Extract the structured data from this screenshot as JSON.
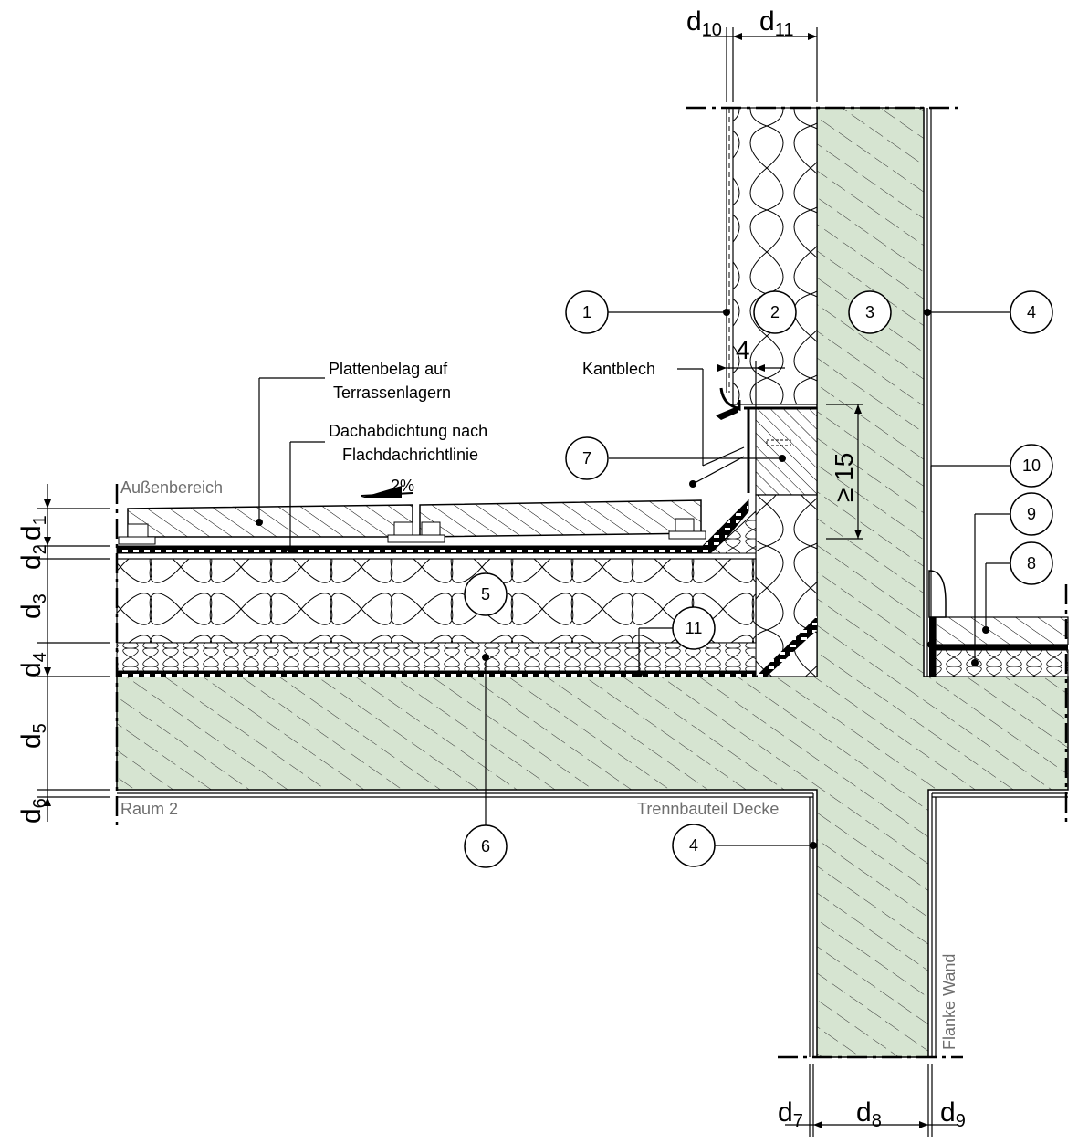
{
  "labels": {
    "outside": "Außenbereich",
    "room": "Raum 2",
    "separating": "Trennbauteil Decke",
    "flank": "Flanke Wand",
    "tiles_l1": "Plattenbelag auf",
    "tiles_l2": "Terrassenlagern",
    "seal_l1": "Dachabdichtung nach",
    "seal_l2": "Flachdachrichtlinie",
    "kantblech": "Kantblech",
    "slope": "2%",
    "gap": "4",
    "height": "≥ 15"
  },
  "dims": {
    "d1": {
      "b": "d",
      "s": "1"
    },
    "d2": {
      "b": "d",
      "s": "2"
    },
    "d3": {
      "b": "d",
      "s": "3"
    },
    "d4": {
      "b": "d",
      "s": "4"
    },
    "d5": {
      "b": "d",
      "s": "5"
    },
    "d6": {
      "b": "d",
      "s": "6"
    },
    "d7": {
      "b": "d",
      "s": "7"
    },
    "d8": {
      "b": "d",
      "s": "8"
    },
    "d9": {
      "b": "d",
      "s": "9"
    },
    "d10": {
      "b": "d",
      "s": "10"
    },
    "d11": {
      "b": "d",
      "s": "11"
    }
  },
  "bubbles": {
    "b1": "1",
    "b2": "2",
    "b3": "3",
    "b4a": "4",
    "b4b": "4",
    "b5": "5",
    "b6": "6",
    "b7": "7",
    "b8": "8",
    "b9": "9",
    "b10": "10",
    "b11": "11"
  },
  "colors": {
    "concrete": "#d6e4d1",
    "hatch": "#333333",
    "line": "#000000",
    "gray_text": "#6e6e6e"
  }
}
